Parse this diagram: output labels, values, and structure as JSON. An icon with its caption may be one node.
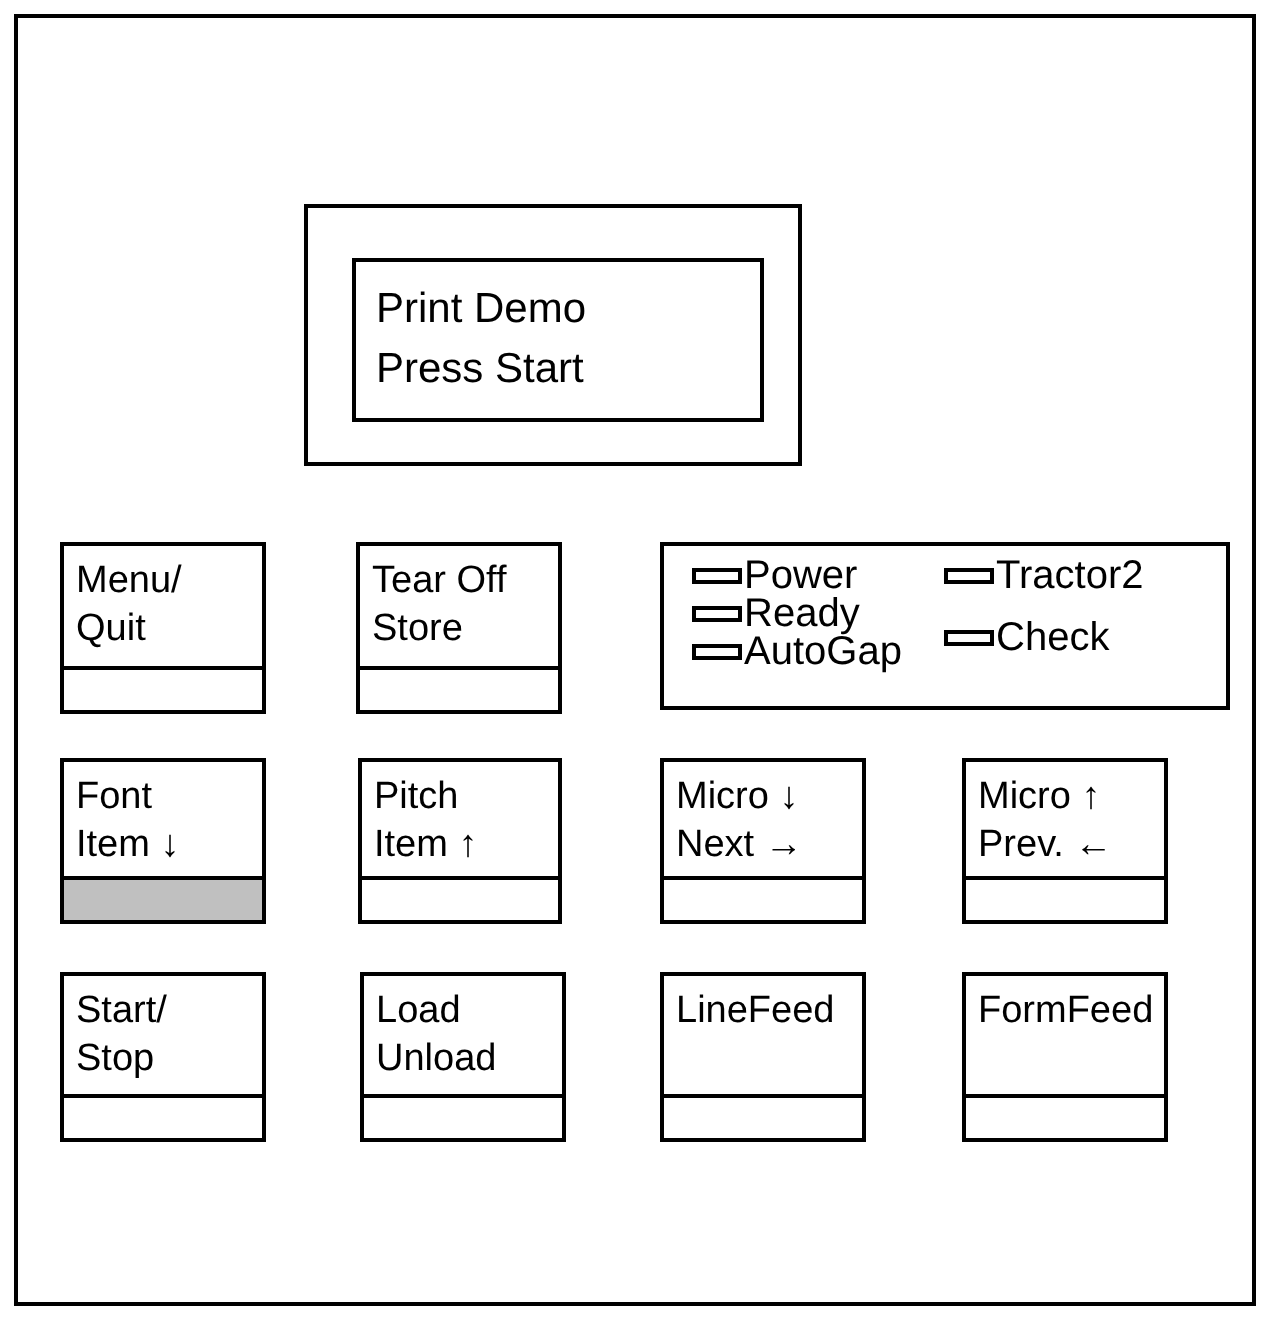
{
  "diagram": {
    "nodes": [
      {
        "text": [],
        "shape": "box"
      },
      {
        "text": [],
        "shape": "box",
        "in": 0
      },
      {
        "text": [
          "Print Demo",
          "Press Start"
        ],
        "in": 1
      },
      {
        "text": [
          "Menu/ Quit"
        ],
        "in": 0
      },
      {
        "text": [
          "Tear Off",
          "Store"
        ],
        "in": 0
      },
      {
        "text": [],
        "shape": "box",
        "in": 0
      },
      {
        "text": [
          "Power"
        ],
        "in": 5
      },
      {
        "text": [
          "Tractor2"
        ],
        "in": 5
      },
      {
        "text": [
          "Ready"
        ],
        "in": 5
      },
      {
        "text": [
          "Check"
        ],
        "in": 5
      },
      {
        "text": [
          "AutoGap"
        ],
        "in": 5
      },
      {
        "text": [
          "Font",
          "Item ↓"
        ],
        "in": 0
      },
      {
        "text": [
          "Pitch",
          "Item ↑"
        ],
        "in": 0
      },
      {
        "text": [
          "Micro ↓",
          "Next →"
        ],
        "in": 0
      },
      {
        "text": [
          "Micro ↑",
          "Prev. ←"
        ],
        "in": 0
      },
      {
        "text": [
          "Start/ Stop"
        ],
        "in": 0
      },
      {
        "text": [
          "Load",
          "Unload"
        ],
        "in": 0
      },
      {
        "text": [
          "LineFeed"
        ],
        "in": 0
      },
      {
        "text": [
          "FormFeed"
        ],
        "in": 0
      }
    ],
    "edges": []
  }
}
